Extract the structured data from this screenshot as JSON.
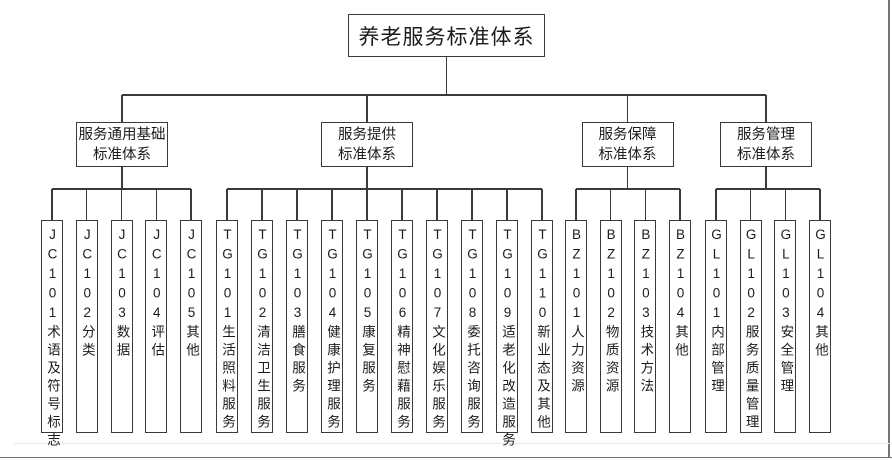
{
  "diagram": {
    "root": {
      "label": "养老服务标准体系"
    },
    "branches": [
      {
        "id": "jc",
        "label_lines": [
          "服务通用基础",
          "标准体系"
        ],
        "leaves": [
          "JC101术语及符号标志",
          "JC102分类",
          "JC103数据",
          "JC104评估",
          "JC105其他"
        ]
      },
      {
        "id": "tg",
        "label_lines": [
          "服务提供",
          "标准体系"
        ],
        "leaves": [
          "TG101生活照料服务",
          "TG102清洁卫生服务",
          "TG103膳食服务",
          "TG104健康护理服务",
          "TG105康复服务",
          "TG106精神慰藉服务",
          "TG107文化娱乐服务",
          "TG108委托咨询服务",
          "TG109适老化改造服务",
          "TG110新业态及其他"
        ]
      },
      {
        "id": "bz",
        "label_lines": [
          "服务保障",
          "标准体系"
        ],
        "leaves": [
          "BZ101人力资源",
          "BZ102物质资源",
          "BZ103技术方法",
          "BZ104其他"
        ]
      },
      {
        "id": "gl",
        "label_lines": [
          "服务管理",
          "标准体系"
        ],
        "leaves": [
          "GL101内部管理",
          "GL102服务质量管理",
          "GL103安全管理",
          "GL104其他"
        ]
      }
    ],
    "colors": {
      "line": "#3a3a3a",
      "box_border": "#3a3a3a",
      "text": "#1c1c1c",
      "background": "#ffffff",
      "frame_border": "#747474",
      "faint_rule": "#e8e8e8"
    }
  }
}
